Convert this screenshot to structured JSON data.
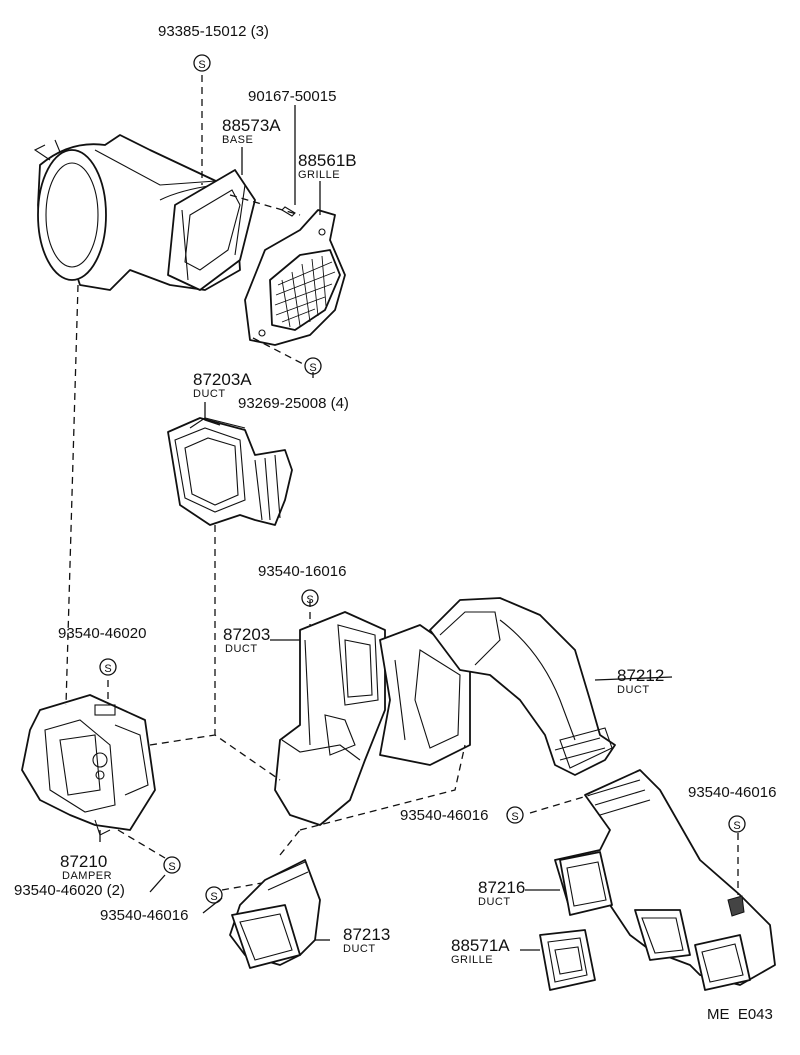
{
  "diagram": {
    "code": "ME  E043",
    "screw_symbol": "S",
    "labels": {
      "fastener_top": "93385-15012 (3)",
      "screw_90167": "90167-50015",
      "base_part": "88573A",
      "base_name": "BASE",
      "grille_part": "88561B",
      "grille_name": "GRILLE",
      "fastener_93269": "93269-25008 (4)",
      "duct_87203a_part": "87203A",
      "duct_87203a_name": "DUCT",
      "fastener_93540_16016": "93540-16016",
      "duct_87203_part": "87203",
      "duct_87203_name": "DUCT",
      "fastener_93540_46020": "93540-46020",
      "duct_87212_part": "87212",
      "duct_87212_name": "DUCT",
      "fastener_46016_mid": "93540-46016",
      "fastener_46016_right": "93540-46016",
      "damper_part": "87210",
      "damper_name": "DAMPER",
      "fastener_46020_2": "93540-46020 (2)",
      "fastener_46016_low": "93540-46016",
      "duct_87216_part": "87216",
      "duct_87216_name": "DUCT",
      "duct_87213_part": "87213",
      "duct_87213_name": "DUCT",
      "grille_88571a_part": "88571A",
      "grille_88571a_name": "GRILLE"
    }
  }
}
